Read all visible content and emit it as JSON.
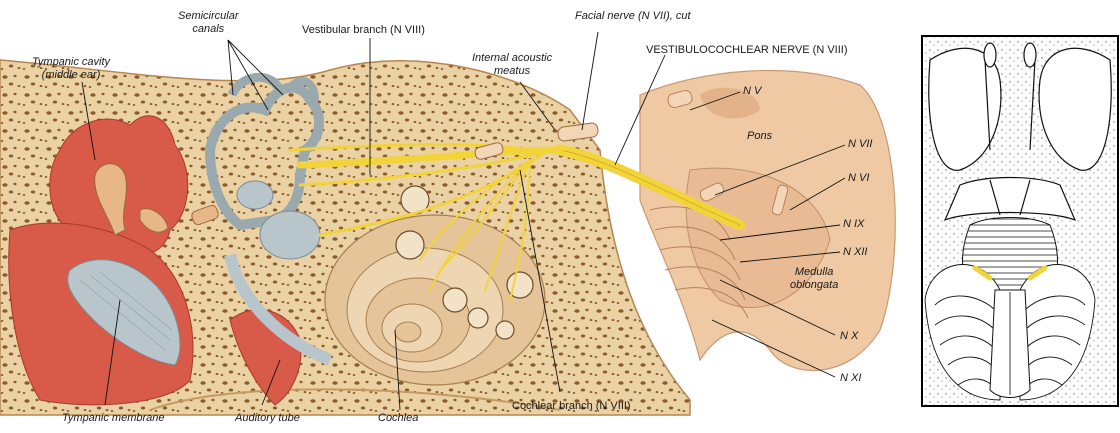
{
  "labels": {
    "semicircular_canals": [
      "Semicircular",
      "canals"
    ],
    "vestibular_branch": "Vestibular branch (N VIII)",
    "facial_nerve": "Facial nerve (N VII), cut",
    "vestibulocochlear_nerve": "VESTIBULOCOCHLEAR NERVE (N VIII)",
    "internal_acoustic_meatus": [
      "Internal acoustic",
      "meatus"
    ],
    "tympanic_cavity": [
      "Tympanic cavity",
      "(middle ear)"
    ],
    "nv": "N V",
    "pons": "Pons",
    "nvii": "N VII",
    "nvi": "N VI",
    "nix": "N IX",
    "nxii": "N XII",
    "medulla_oblongata": [
      "Medulla",
      "oblongata"
    ],
    "nx": "N X",
    "nxi": "N XI",
    "tympanic_membrane": "Tympanic membrane",
    "auditory_tube": "Auditory tube",
    "cochlea": "Cochlea",
    "cochlear_branch": "Cochlear branch (N VIII)"
  },
  "colors": {
    "bone": "#e9cfa0",
    "bone_pore": "#8a5a2a",
    "bone_dark": "#c59a62",
    "muscle_red": "#d85a48",
    "membrane_gray": "#b8c6cc",
    "nerve_yellow": "#f2d43a",
    "brainstem": "#efc9a3",
    "brainstem_shadow": "#d9a57c",
    "inset_border": "#000000"
  }
}
